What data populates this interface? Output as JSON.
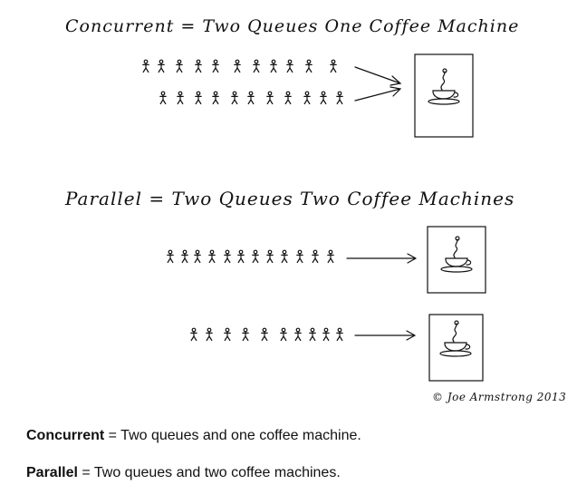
{
  "diagram": {
    "concurrent_heading": "Concurrent = Two Queues One Coffee Machine",
    "parallel_heading": "Parallel = Two Queues Two Coffee Machines",
    "credit": "© Joe Armstrong 2013",
    "icons": {
      "person": "stick-figure-icon",
      "machine": "coffee-machine-icon",
      "arrow": "arrow-icon"
    }
  },
  "captions": {
    "concurrent": {
      "term": "Concurrent",
      "text": " = Two queues and one coffee machine."
    },
    "parallel": {
      "term": "Parallel",
      "text": " = Two queues and two coffee machines."
    }
  }
}
